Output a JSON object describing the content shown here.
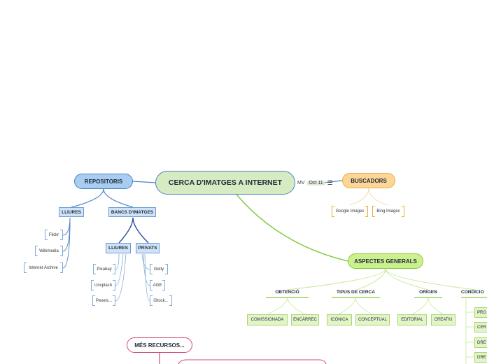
{
  "map": {
    "central": "CERCA D'IMATGES A INTERNET",
    "meta": {
      "initials": "MV",
      "date": "Oct 11",
      "menu_icon": "menu-icon"
    },
    "repositoris": {
      "label": "REPOSITORIS",
      "lliures": {
        "label": "LLIURES",
        "items": [
          "Flickr",
          "Wikimedia",
          "Internet Archive"
        ]
      },
      "bancs": {
        "label": "BANCS D'IMATGES",
        "lliures": {
          "label": "LLIURES",
          "items": [
            "Pixabay",
            "Unsplash",
            "Pexels..."
          ]
        },
        "privats": {
          "label": "PRIVATS",
          "items": [
            "Getty",
            "AGE",
            "iStock..."
          ]
        }
      }
    },
    "buscadors": {
      "label": "BUSCADORS",
      "items": [
        "Google Images",
        "Bing Images"
      ]
    },
    "aspectes": {
      "label": "ASPECTES GENERALS",
      "obtencio": {
        "label": "OBTENCIÓ",
        "items": [
          "COMISSIONADA",
          "ENCÀRREC"
        ]
      },
      "tipus": {
        "label": "TIPUS DE CERCA",
        "items": [
          "ICÒNICA",
          "CONCEPTUAL"
        ]
      },
      "origen": {
        "label": "ORIGEN",
        "items": [
          "EDITORIAL",
          "CREATIU"
        ]
      },
      "condicions": {
        "label": "CONDICIO",
        "items": [
          "PRO",
          "CER",
          "DRE",
          "DRE"
        ]
      }
    },
    "mes": {
      "label": "MÉS RECURSOS..."
    }
  },
  "colors": {
    "blue_line": "#4a84c4",
    "green_line": "#86c93f",
    "orange_line": "#f0b766",
    "pink_line": "#d04a78",
    "central_fill": "#d6ebc1"
  }
}
